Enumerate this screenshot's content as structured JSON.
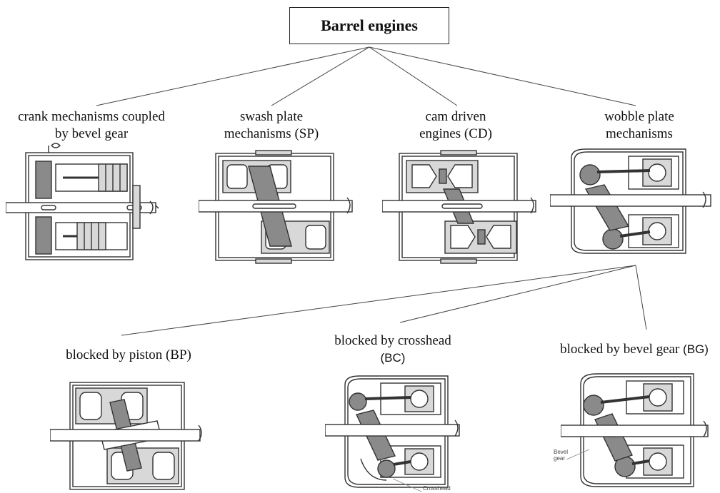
{
  "root": {
    "label": "Barrel engines"
  },
  "categories": [
    {
      "label_lines": [
        "crank mechanisms coupled",
        "by bevel gear"
      ],
      "icon": "bevel-gear-crank-engine"
    },
    {
      "label_lines": [
        "swash plate",
        "mechanisms (SP)"
      ],
      "icon": "swash-plate-engine"
    },
    {
      "label_lines": [
        "cam driven",
        "engines (CD)"
      ],
      "icon": "cam-driven-engine"
    },
    {
      "label_lines": [
        "wobble plate",
        "mechanisms"
      ],
      "icon": "wobble-plate-engine"
    }
  ],
  "subcategories": [
    {
      "label_main": "blocked by piston (BP)",
      "label_suffix": "",
      "icon": "piston-blocked-wobble-engine"
    },
    {
      "label_main": "blocked by crosshead",
      "label_suffix": "(BC)",
      "icon": "crosshead-blocked-wobble-engine"
    },
    {
      "label_main": "blocked by bevel gear ",
      "label_suffix": "(BG)",
      "icon": "bevel-gear-blocked-wobble-engine"
    }
  ],
  "callouts": {
    "crosshead": "Crosshead",
    "bevel_gear_line1": "Bevel",
    "bevel_gear_line2": "gear"
  },
  "colors": {
    "line": "#333333",
    "hatch": "#555555",
    "fill_dark": "#8a8a8a",
    "fill_light": "#d8d8d8"
  }
}
